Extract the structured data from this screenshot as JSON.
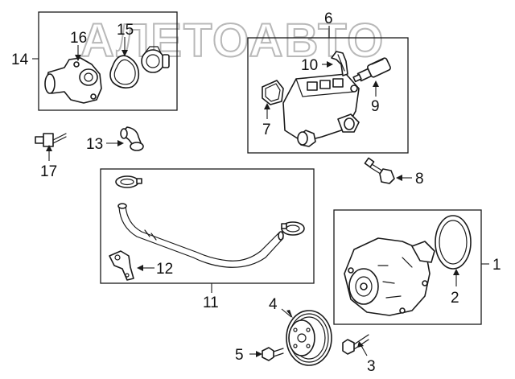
{
  "watermark": "АЛЕТОАВТО",
  "callouts": {
    "c1": "1",
    "c2": "2",
    "c3": "3",
    "c4": "4",
    "c5": "5",
    "c6": "6",
    "c7": "7",
    "c8": "8",
    "c9": "9",
    "c10": "10",
    "c11": "11",
    "c12": "12",
    "c13": "13",
    "c14": "14",
    "c15": "15",
    "c16": "16",
    "c17": "17"
  }
}
